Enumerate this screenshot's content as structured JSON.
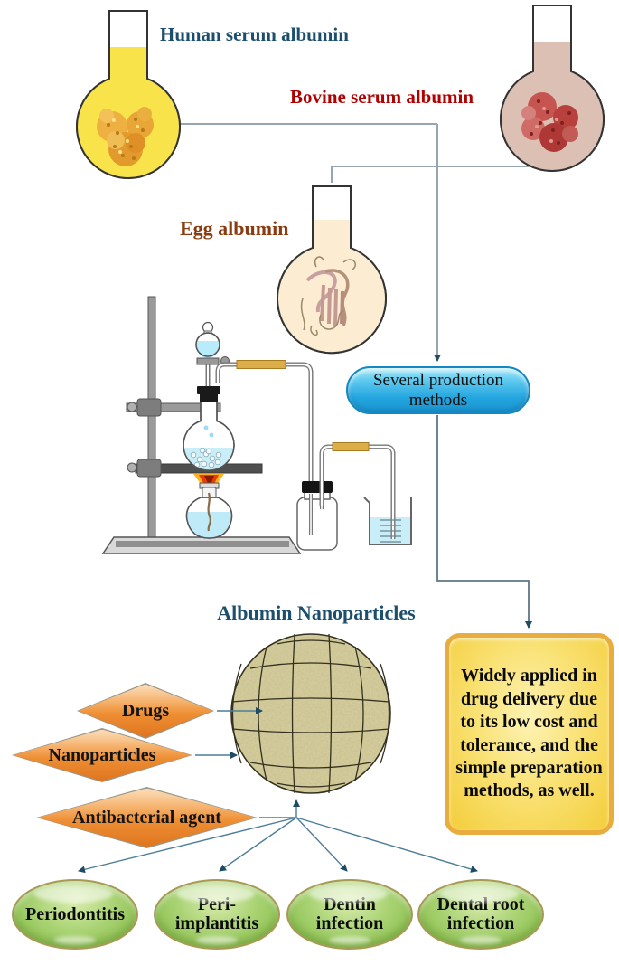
{
  "figure": {
    "sources": {
      "human_serum_albumin": "Human serum albumin",
      "bovine_serum_albumin": "Bovine serum albumin",
      "egg_albumin": "Egg albumin"
    },
    "process": {
      "label": "Several production methods"
    },
    "product": {
      "title": "Albumin Nanoparticles"
    },
    "loaded_agents": [
      {
        "label": "Drugs"
      },
      {
        "label": "Nanoparticles"
      },
      {
        "label": "Antibacterial agent"
      }
    ],
    "benefit": "Widely applied in drug delivery due to its low cost and tolerance, and the simple preparation methods, as well.",
    "applications": [
      {
        "label": "Periodontitis"
      },
      {
        "label": "Peri-\nimplantitis"
      },
      {
        "label": "Dentin\ninfection"
      },
      {
        "label": "Dental root\ninfection"
      }
    ],
    "icons": [
      "round-bottom-flask-icon",
      "distillation-apparatus-icon",
      "spirit-lamp-icon",
      "gas-bottle-icon",
      "beaker-icon",
      "nanoparticle-sphere-icon",
      "arrow-icon"
    ],
    "colors": {
      "hsa_label": "#1c4e6e",
      "bsa_label": "#b00000",
      "egg_label": "#8a3c10",
      "title": "#1c4e6e",
      "hsa_liquid": "#f8e34a",
      "bsa_liquid": "#dcc0b4",
      "egg_liquid": "#fbecd2",
      "pill_blue": "#22a4de",
      "diamond_orange": "#ef9035",
      "benefit_fill": "#f7d94f",
      "benefit_border": "#e9ac3f",
      "oval_green": "#9cc763",
      "sphere_tan": "#d8d0a0",
      "connector": "#96a5b2",
      "arrow": "#1d4d66"
    }
  }
}
